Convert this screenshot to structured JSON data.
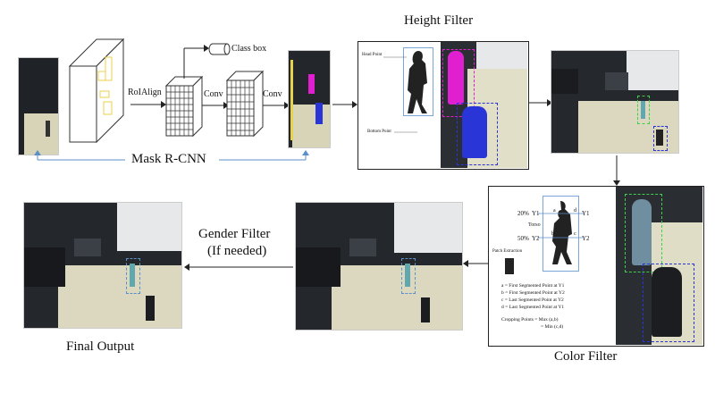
{
  "labels": {
    "height_filter": "Height Filter",
    "mask_rcnn": "Mask R-CNN",
    "roialign": "RoIAlign",
    "conv1": "Conv",
    "conv2": "Conv",
    "class_box": "Class box",
    "head_point": "Head Point",
    "bottom_point": "Bottom Point",
    "gender_filter_line1": "Gender Filter",
    "gender_filter_line2": "(If needed)",
    "final_output": "Final Output",
    "color_filter": "Color Filter"
  },
  "color_filter_panel": {
    "pct_20": "20%",
    "pct_50": "50%",
    "y1_left": "Y1",
    "y2_left": "Y2",
    "y1_right": "Y1",
    "y2_right": "Y2",
    "torso": "Torso",
    "patch_extraction": "Patch Extraction",
    "pt_a": "a",
    "pt_b": "b",
    "pt_c": "c",
    "pt_d": "d",
    "legend": [
      "a = First Segmented Point at Y1",
      "b = First Segmented Point at Y2",
      "c = Last Segmented Point at Y2",
      "d = Last Segmented Point at Y1"
    ],
    "cropping_line1": "Cropping Points = Max (a,b)",
    "cropping_line2": "= Min (c,d)"
  },
  "colors": {
    "arrow_blue": "#5b8fc9",
    "magenta": "#e020d0",
    "blue_person": "#2a35d8",
    "green_box": "#3fd04a",
    "feature_yellow": "#e8d24a"
  }
}
